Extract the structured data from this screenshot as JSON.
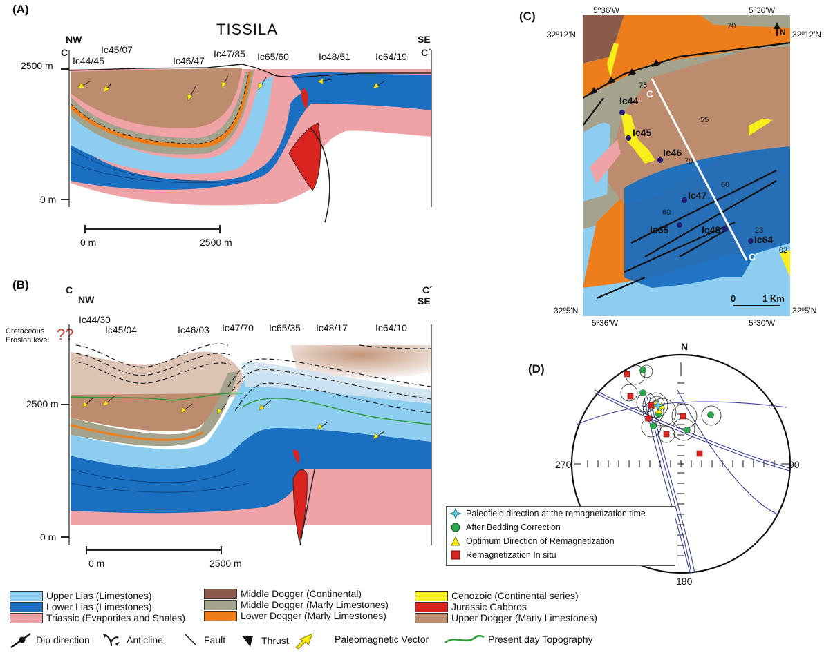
{
  "panelA": {
    "label": "(A)",
    "title": "TISSILA",
    "nw": "NW",
    "se": "SE",
    "c_left": "C",
    "c_right": "C´",
    "elev_top": "2500 m",
    "elev_bottom": "0 m",
    "scale_start": "0 m",
    "scale_end": "2500 m",
    "sites": [
      "Ic44/45",
      "Ic45/07",
      "Ic46/47",
      "Ic47/85",
      "Ic65/60",
      "Ic48/51",
      "Ic64/19"
    ]
  },
  "panelB": {
    "label": "(B)",
    "c_left": "C",
    "nw": "NW",
    "c_right": "C´",
    "se": "SE",
    "erosion_line1": "Cretaceous",
    "erosion_line2": "Erosion level",
    "question": "??",
    "elev_top": "2500 m",
    "elev_bottom": "0 m",
    "scale_start": "0 m",
    "scale_end": "2500 m",
    "sites": [
      "Ic44/30",
      "Ic45/04",
      "Ic46/03",
      "Ic47/70",
      "Ic65/35",
      "Ic48/17",
      "Ic64/10"
    ]
  },
  "panelC": {
    "label": "(C)",
    "lon_left": "5º36'W",
    "lon_right": "5º30'W",
    "lat_top": "32º12'N",
    "lat_bottom": "32º5'N",
    "north": "N",
    "section_start": "C",
    "section_end": "C´",
    "scale_start": "0",
    "scale_end": "1 Km",
    "sites": [
      "Ic44",
      "Ic45",
      "Ic46",
      "Ic47",
      "Ic65",
      "Ic48",
      "Ic64"
    ],
    "dips": [
      "70",
      "75",
      "55",
      "70",
      "60",
      "60",
      "23",
      "02"
    ]
  },
  "panelD": {
    "label": "(D)",
    "n": "N",
    "e": "90",
    "s": "180",
    "w": "270",
    "legend": [
      "Paleofield direction at the remagnetization time",
      "After Bedding Correction",
      "Optimum Direction of Remagnetization",
      "Remagnetization In situ"
    ]
  },
  "colors": {
    "upper_lias": "#8ccdf0",
    "lower_lias": "#1a6fc0",
    "triassic": "#f0a3a6",
    "middle_dogger_cont": "#8a5a4a",
    "middle_dogger_marly": "#a4a48e",
    "lower_dogger": "#ee7d1c",
    "cenozoic": "#f7ee1c",
    "gabbros": "#d8231f",
    "upper_dogger": "#bd8b6d"
  },
  "legend": [
    {
      "label": "Upper Lias (Limestones)",
      "color": "#8ccdf0"
    },
    {
      "label": "Lower Lias (Limestones)",
      "color": "#1a6fc0"
    },
    {
      "label": "Triassic (Evaporites and Shales)",
      "color": "#f0a3a6"
    },
    {
      "label": "Middle Dogger (Continental)",
      "color": "#8a5a4a"
    },
    {
      "label": "Middle Dogger (Marly Limestones)",
      "color": "#a4a48e"
    },
    {
      "label": "Lower Dogger (Marly Limestones)",
      "color": "#ee7d1c"
    },
    {
      "label": "Cenozoic (Continental series)",
      "color": "#f7ee1c"
    },
    {
      "label": "Jurassic Gabbros",
      "color": "#d8231f"
    },
    {
      "label": "Upper Dogger (Marly Limestones)",
      "color": "#bd8b6d"
    }
  ],
  "key": [
    "Dip direction",
    "Anticline",
    "Fault",
    "Thrust",
    "Paleomagnetic Vector",
    "Present day Topography"
  ]
}
